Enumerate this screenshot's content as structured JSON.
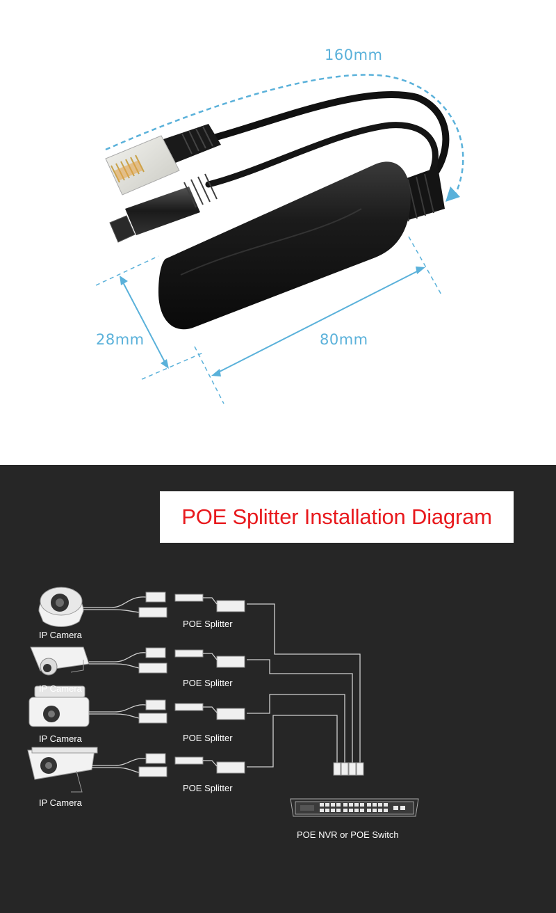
{
  "dimensions": {
    "cable_length": "160mm",
    "width": "28mm",
    "length": "80mm"
  },
  "diagram": {
    "title": "POE Splitter Installation Diagram",
    "camera_label": "IP Camera",
    "splitter_label": "POE Splitter",
    "switch_label": "POE NVR or POE Switch",
    "rows": [
      {
        "camera": "IP Camera",
        "splitter": "POE Splitter",
        "camera_icon": "dome-camera-icon"
      },
      {
        "camera": "IP Camera",
        "splitter": "POE Splitter",
        "camera_icon": "bullet-camera-icon"
      },
      {
        "camera": "IP Camera",
        "splitter": "POE Splitter",
        "camera_icon": "box-camera-icon"
      },
      {
        "camera": "IP Camera",
        "splitter": "POE Splitter",
        "camera_icon": "bullet-camera-icon"
      }
    ]
  },
  "colors": {
    "dimension_blue": "#5ab1da",
    "title_red": "#e8191d",
    "diagram_background": "#262626"
  }
}
